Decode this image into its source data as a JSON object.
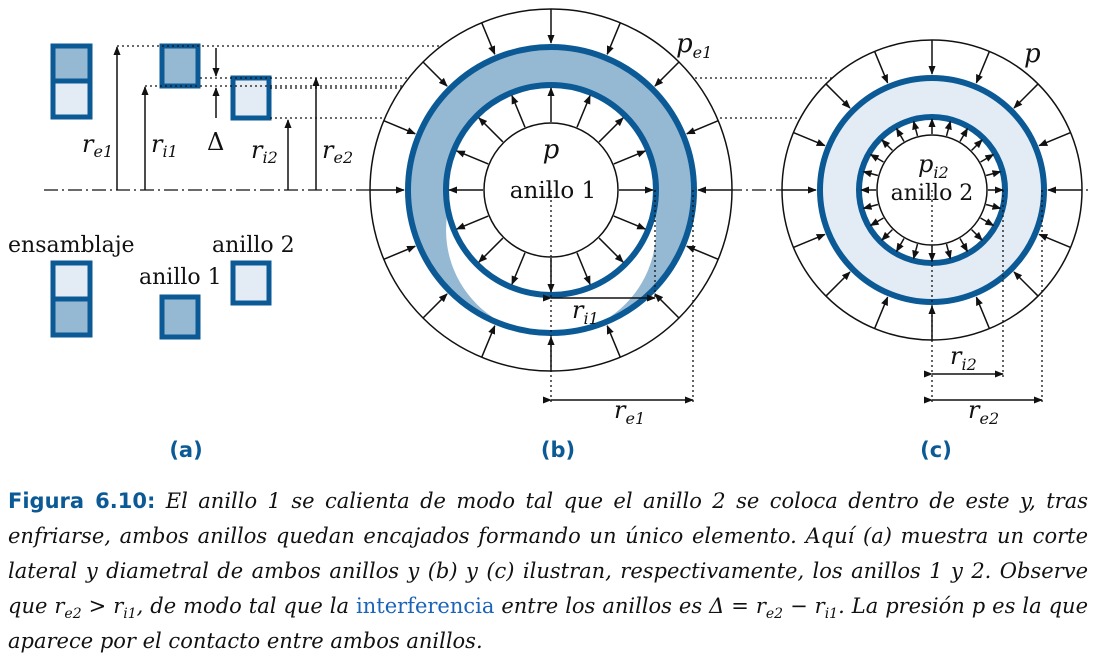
{
  "panel_a": {
    "labels": {
      "re1": "r",
      "re1_sub": "e1",
      "ri1": "r",
      "ri1_sub": "i1",
      "delta": "Δ",
      "ri2": "r",
      "ri2_sub": "i2",
      "re2": "r",
      "re2_sub": "e2",
      "ensamblaje": "ensamblaje",
      "anillo1": "anillo 1",
      "anillo2": "anillo 2"
    },
    "panel_label": "(a)"
  },
  "panel_b": {
    "pe1": "p",
    "pe1_sub": "e1",
    "p_inner": "p",
    "center": "anillo 1",
    "ri1": "r",
    "ri1_sub": "i1",
    "re1": "r",
    "re1_sub": "e1",
    "panel_label": "(b)"
  },
  "panel_c": {
    "p_outer": "p",
    "pi2": "p",
    "pi2_sub": "i2",
    "center": "anillo 2",
    "ri2": "r",
    "ri2_sub": "i2",
    "re2": "r",
    "re2_sub": "e2",
    "panel_label": "(c)"
  },
  "colors": {
    "ring_blue": "#0b5a96",
    "ring1_fill": "#96b9d3",
    "ring2_fill": "#e3ecf5"
  },
  "caption": {
    "label": "Figura 6.10:",
    "text1": " El anillo 1 se calienta de modo tal que el anillo 2 se coloca dentro de este y, tras enfriarse, ambos anillos quedan encajados formando un único elemento. Aquí (a) muestra un corte lateral y diametral de ambos anillos y (b) y (c) ilustran, respectivamente, los anillos 1 y 2. Observe que r",
    "sub1": "e2",
    "text2": " > r",
    "sub2": "i1",
    "text3": ", de modo tal que la ",
    "link": "interferencia",
    "text4": " entre los anillos es Δ = r",
    "sub3": "e2",
    "text5": " − r",
    "sub4": "i1",
    "text6": ". La presión p es la que aparece por el contacto entre ambos anillos."
  }
}
